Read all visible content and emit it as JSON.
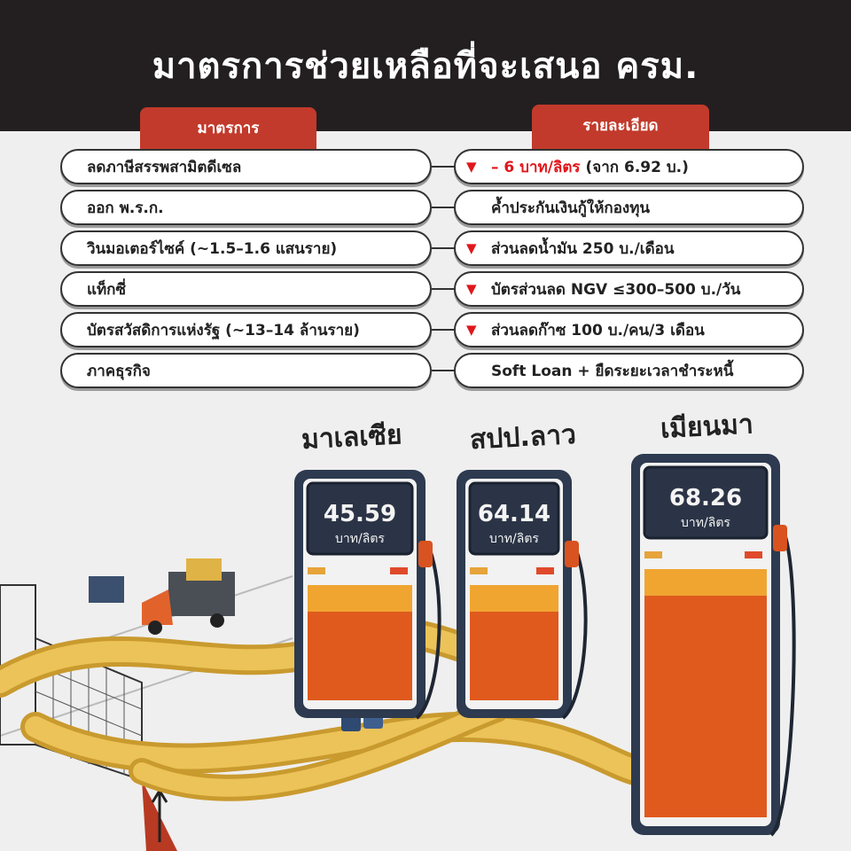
{
  "title": "มาตรการช่วยเหลือที่จะเสนอ ครม.",
  "columns": {
    "measure": "มาตรการ",
    "detail": "รายละเอียด"
  },
  "rows": [
    {
      "measure": "ลดภาษีสรรพสามิตดีเซล",
      "detail_highlight": "– 6 บาท/ลิตร",
      "detail": "(จาก 6.92 บ.)",
      "down_arrow": true
    },
    {
      "measure": "ออก พ.ร.ก.",
      "detail_highlight": "",
      "detail": "ค้ำประกันเงินกู้ให้กองทุน",
      "down_arrow": false
    },
    {
      "measure": "วินมอเตอร์ไซค์ (~1.5–1.6 แสนราย)",
      "detail_highlight": "",
      "detail": "ส่วนลดน้ำมัน 250 บ./เดือน",
      "down_arrow": true
    },
    {
      "measure": "แท็กซี่",
      "detail_highlight": "",
      "detail": "บัตรส่วนลด NGV ≤300–500 บ./วัน",
      "down_arrow": true
    },
    {
      "measure": "บัตรสวัสดิการแห่งรัฐ (~13–14 ล้านราย)",
      "detail_highlight": "",
      "detail": "ส่วนลดก๊าซ 100 บ./คน/3 เดือน",
      "down_arrow": true
    },
    {
      "measure": "ภาคธุรกิจ",
      "detail_highlight": "",
      "detail": "Soft Loan + ยืดระยะเวลาชำระหนี้",
      "down_arrow": false
    }
  ],
  "pumps": [
    {
      "country": "มาเลเซีย",
      "price": "45.59",
      "unit": "บาท/ลิตร"
    },
    {
      "country": "สปป.ลาว",
      "price": "64.14",
      "unit": "บาท/ลิตร"
    },
    {
      "country": "เมียนมา",
      "price": "68.26",
      "unit": "บาท/ลิตร"
    }
  ],
  "colors": {
    "header": "#231f20",
    "accent": "#c23a2b",
    "down_arrow": "#e0161b",
    "pipe": "#e6b94a"
  }
}
